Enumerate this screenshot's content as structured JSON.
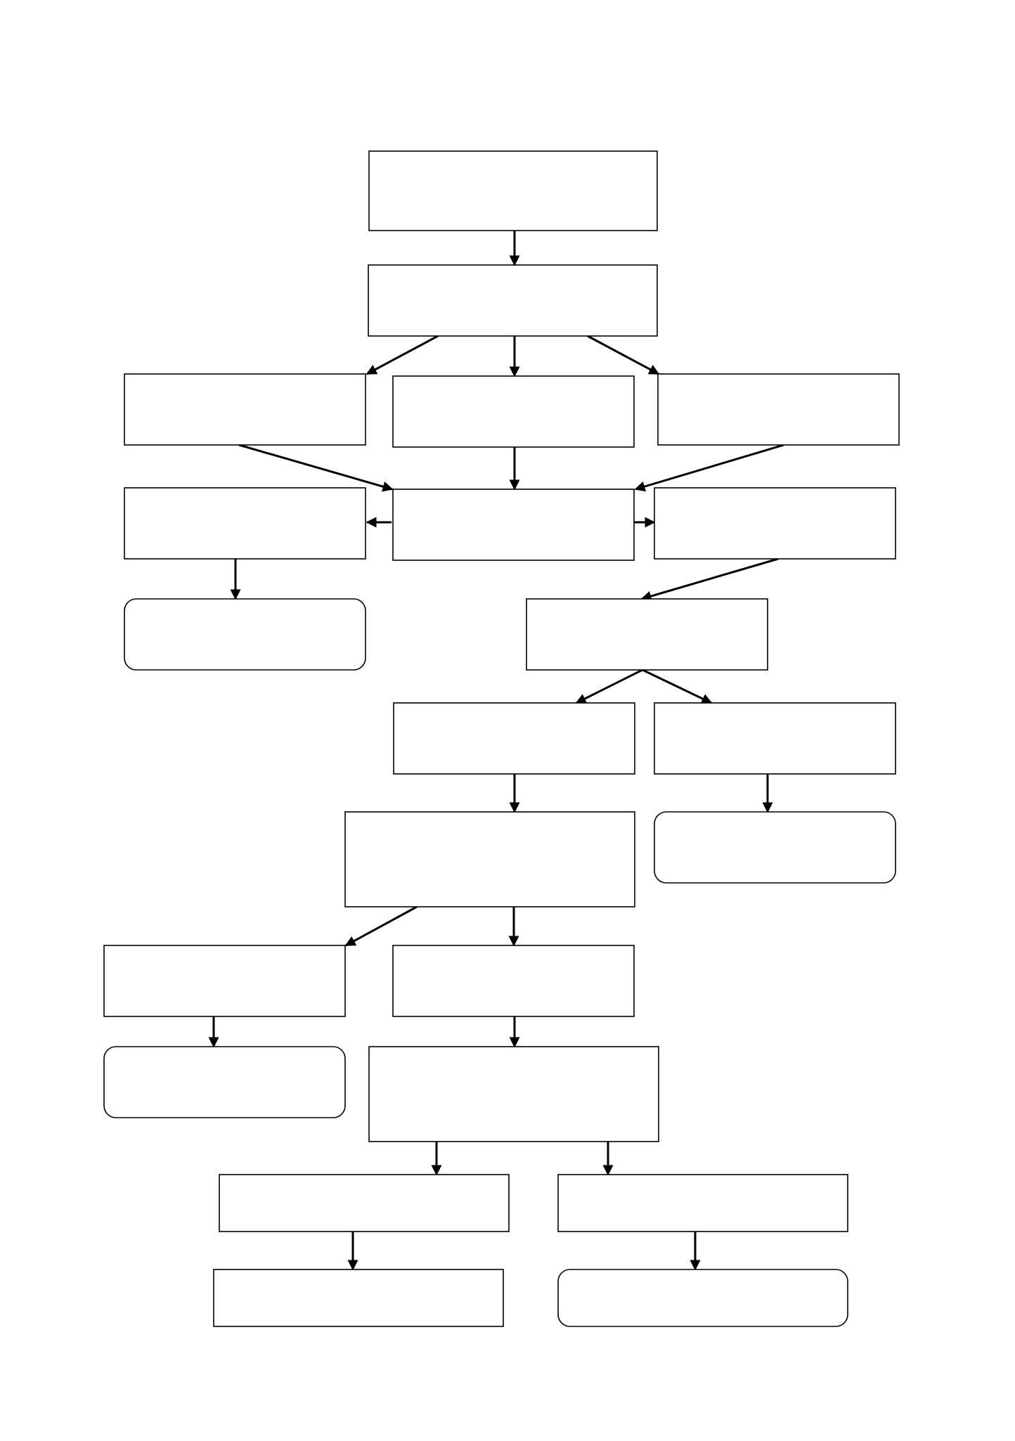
{
  "diagram": {
    "type": "flowchart",
    "colors": {
      "stroke": "#000000",
      "fill": "#ffffff",
      "background": "#ffffff"
    },
    "nodes": [
      {
        "id": "n1",
        "shape": "rect",
        "text": ""
      },
      {
        "id": "n2",
        "shape": "rect",
        "text": ""
      },
      {
        "id": "n3a",
        "shape": "rect",
        "text": ""
      },
      {
        "id": "n3b",
        "shape": "rect",
        "text": ""
      },
      {
        "id": "n3c",
        "shape": "rect",
        "text": ""
      },
      {
        "id": "n4a",
        "shape": "rect",
        "text": ""
      },
      {
        "id": "n4b",
        "shape": "rect",
        "text": ""
      },
      {
        "id": "n4c",
        "shape": "rect",
        "text": ""
      },
      {
        "id": "n5a",
        "shape": "rounded",
        "text": ""
      },
      {
        "id": "n5b",
        "shape": "rect",
        "text": ""
      },
      {
        "id": "n6a",
        "shape": "rect",
        "text": ""
      },
      {
        "id": "n6b",
        "shape": "rect",
        "text": ""
      },
      {
        "id": "n7a",
        "shape": "rect",
        "text": ""
      },
      {
        "id": "n7b",
        "shape": "rounded",
        "text": ""
      },
      {
        "id": "n8a",
        "shape": "rect",
        "text": ""
      },
      {
        "id": "n8b",
        "shape": "rect",
        "text": ""
      },
      {
        "id": "n9a",
        "shape": "rounded",
        "text": ""
      },
      {
        "id": "n9b",
        "shape": "rect",
        "text": ""
      },
      {
        "id": "n10a",
        "shape": "rect",
        "text": ""
      },
      {
        "id": "n10b",
        "shape": "rect",
        "text": ""
      },
      {
        "id": "n11a",
        "shape": "rect",
        "text": ""
      },
      {
        "id": "n11b",
        "shape": "rounded",
        "text": ""
      }
    ],
    "edges": [
      {
        "from": "n1",
        "to": "n2"
      },
      {
        "from": "n2",
        "to": "n3a"
      },
      {
        "from": "n2",
        "to": "n3b"
      },
      {
        "from": "n2",
        "to": "n3c"
      },
      {
        "from": "n3a",
        "to": "n4b"
      },
      {
        "from": "n3b",
        "to": "n4b"
      },
      {
        "from": "n3c",
        "to": "n4b"
      },
      {
        "from": "n4b",
        "to": "n4a"
      },
      {
        "from": "n4b",
        "to": "n4c"
      },
      {
        "from": "n4a",
        "to": "n5a"
      },
      {
        "from": "n4c",
        "to": "n5b"
      },
      {
        "from": "n5b",
        "to": "n6a"
      },
      {
        "from": "n5b",
        "to": "n6b"
      },
      {
        "from": "n6a",
        "to": "n7a"
      },
      {
        "from": "n6b",
        "to": "n7b"
      },
      {
        "from": "n7a",
        "to": "n8a"
      },
      {
        "from": "n7a",
        "to": "n8b"
      },
      {
        "from": "n8a",
        "to": "n9a"
      },
      {
        "from": "n8b",
        "to": "n9b"
      },
      {
        "from": "n9b",
        "to": "n10a"
      },
      {
        "from": "n9b",
        "to": "n10b"
      },
      {
        "from": "n10a",
        "to": "n11a"
      },
      {
        "from": "n10b",
        "to": "n11b"
      }
    ]
  }
}
